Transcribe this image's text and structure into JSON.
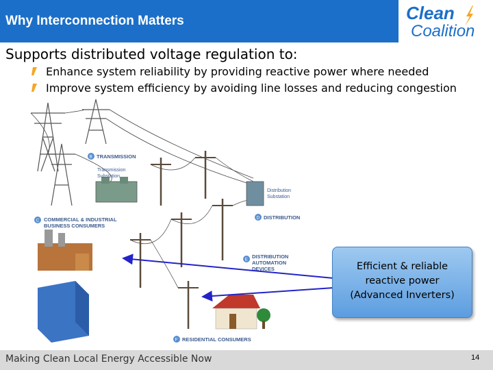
{
  "header": {
    "title": "Why Interconnection Matters",
    "color": "#1b6fc8"
  },
  "logo": {
    "line1": "Clean",
    "line2": "Coalition"
  },
  "main": {
    "subtitle": "Supports distributed voltage regulation to:",
    "bullets": [
      "Enhance system reliability by providing reactive power where needed",
      "Improve system efficiency by avoiding line losses and reducing congestion"
    ]
  },
  "diagram": {
    "labels": {
      "b": "TRANSMISSION",
      "b_sub1": "Transmission",
      "b_sub2": "Substation",
      "c1": "COMMERCIAL & INDUSTRIAL",
      "c2": "BUSINESS CONSUMERS",
      "d": "DISTRIBUTION",
      "d_sub1": "Distribution",
      "d_sub2": "Substation",
      "e1": "DISTRIBUTION",
      "e2": "AUTOMATION",
      "e3": "DEVICES",
      "f": "RESIDENTIAL CONSUMERS"
    },
    "letters": [
      "B",
      "C",
      "D",
      "E",
      "F"
    ]
  },
  "callout": {
    "line1": "Efficient & reliable",
    "line2": "reactive power",
    "line3": "(Advanced Inverters)"
  },
  "footer": {
    "text": "Making Clean Local Energy Accessible Now",
    "page": "14"
  }
}
